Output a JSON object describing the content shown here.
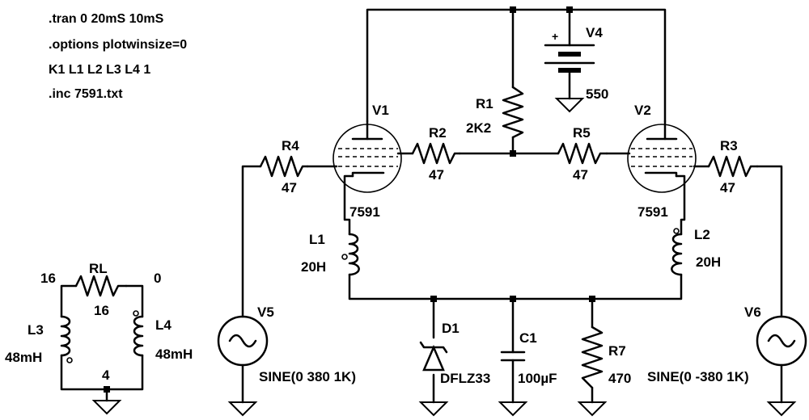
{
  "directives": [
    ".tran 0 20mS 10mS",
    ".options plotwinsize=0",
    "K1 L1 L2 L3 L4 1",
    ".inc 7591.txt"
  ],
  "components": {
    "v4": {
      "name": "V4",
      "value": "550"
    },
    "r1": {
      "name": "R1",
      "value": "2K2"
    },
    "v1": {
      "name": "V1",
      "value": "7591"
    },
    "v2": {
      "name": "V2",
      "value": "7591"
    },
    "r2": {
      "name": "R2",
      "value": "47"
    },
    "r5": {
      "name": "R5",
      "value": "47"
    },
    "r4": {
      "name": "R4",
      "value": "47"
    },
    "r3": {
      "name": "R3",
      "value": "47"
    },
    "l1": {
      "name": "L1",
      "value": "20H"
    },
    "l2": {
      "name": "L2",
      "value": "20H"
    },
    "v5": {
      "name": "V5",
      "value": "SINE(0 380 1K)"
    },
    "v6": {
      "name": "V6",
      "value": "SINE(0 -380 1K)"
    },
    "d1": {
      "name": "D1",
      "value": "DFLZ33"
    },
    "c1": {
      "name": "C1",
      "value": "100µF"
    },
    "r7": {
      "name": "R7",
      "value": "470"
    },
    "rl": {
      "name": "RL",
      "value": "16"
    },
    "l3": {
      "name": "L3",
      "value": "48mH"
    },
    "l4": {
      "name": "L4",
      "value": "48mH"
    }
  },
  "nodes": {
    "n16": "16",
    "n0": "0",
    "n4": "4"
  },
  "symbols": {
    "plus": "+"
  }
}
